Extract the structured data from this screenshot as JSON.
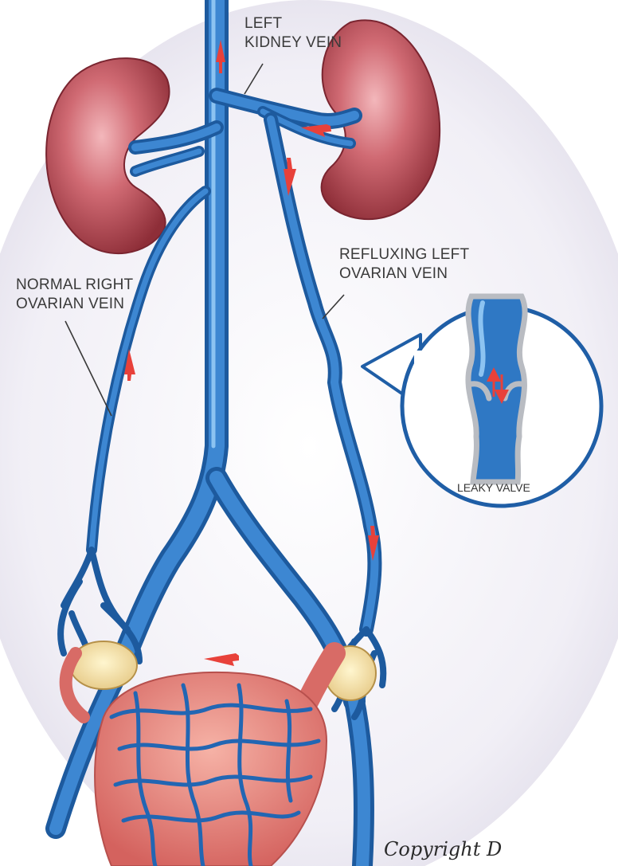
{
  "labels": {
    "left_kidney_vein": [
      "LEFT",
      "KIDNEY VEIN"
    ],
    "normal_right_ovarian_vein": [
      "NORMAL RIGHT",
      "OVARIAN VEIN"
    ],
    "refluxing_left_ovarian_vein": [
      "REFLUXING LEFT",
      "OVARIAN VEIN"
    ],
    "leaky_valve": "LEAKY VALVE",
    "copyright": "Copyright D"
  },
  "colors": {
    "vein": "#2f78c4",
    "vein_dark": "#1d5a9e",
    "vein_light": "#6fb0ea",
    "kidney": "#b5434e",
    "kidney_light": "#e59aa0",
    "uterus": "#e78a86",
    "arrow": "#e8413a",
    "background_tint": "#e9e6f0"
  }
}
